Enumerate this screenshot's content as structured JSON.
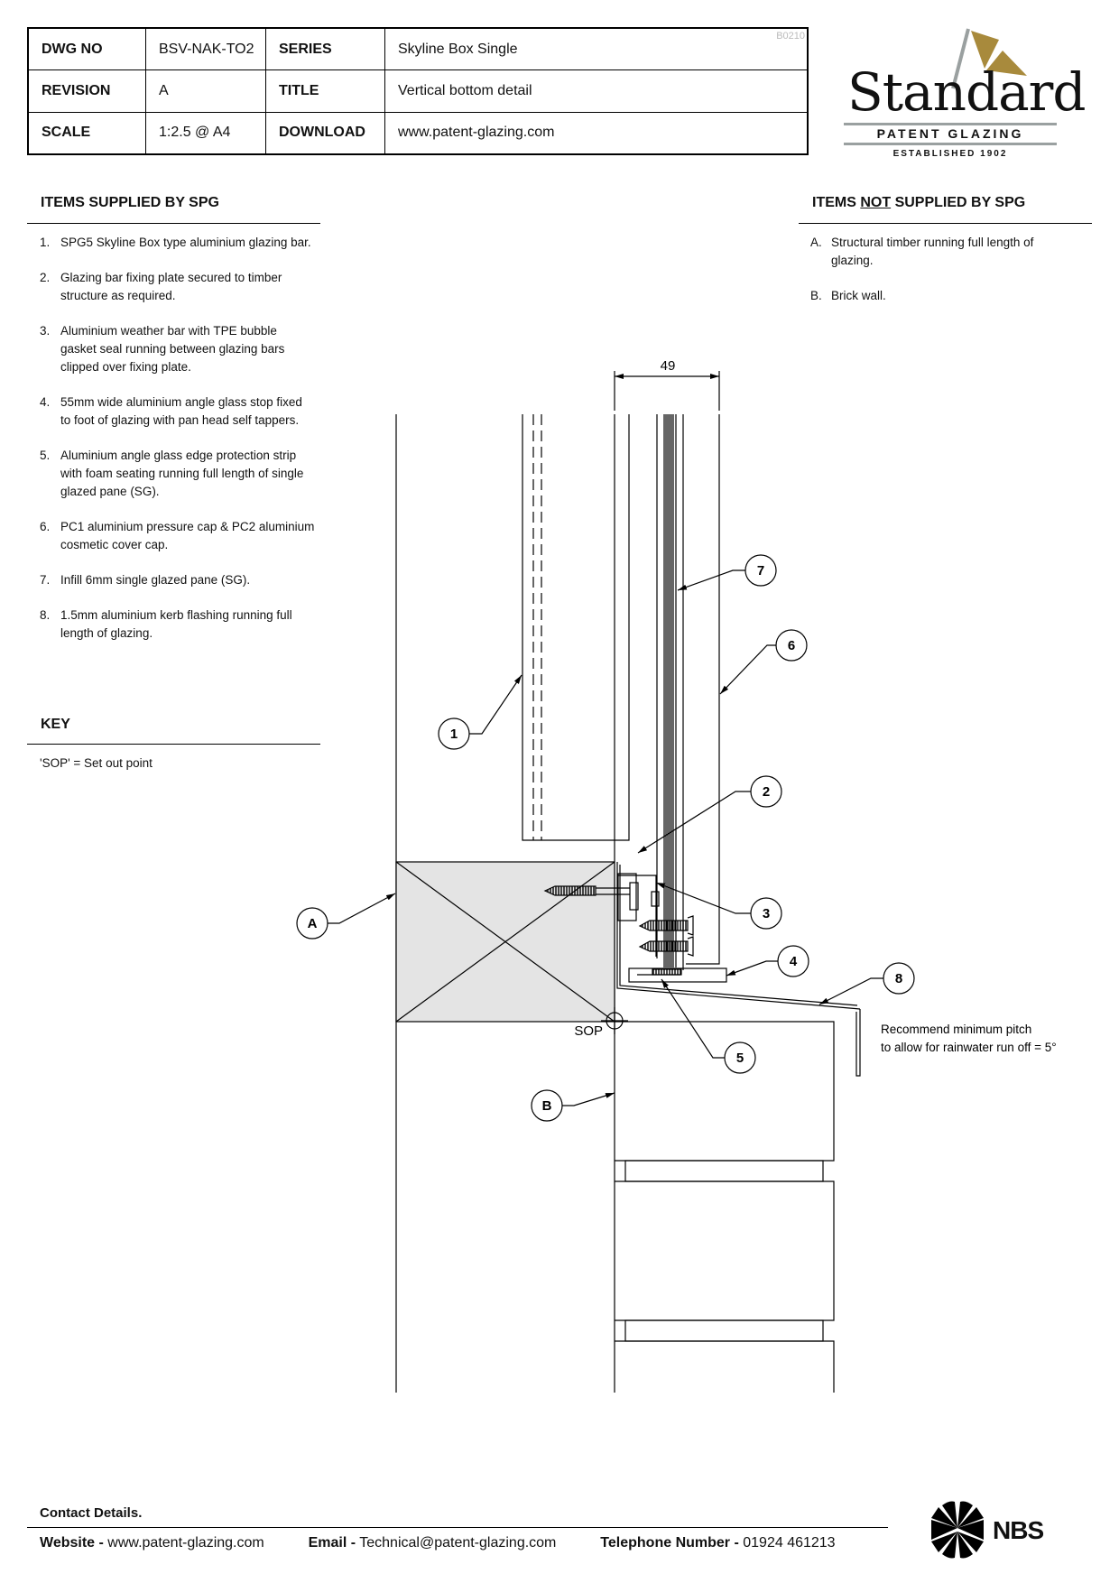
{
  "title_block": {
    "rows": [
      {
        "label1": "DWG NO",
        "value1": "BSV-NAK-TO2",
        "label2": "SERIES",
        "value2": "Skyline Box Single"
      },
      {
        "label1": "REVISION",
        "value1": "A",
        "label2": "TITLE",
        "value2": "Vertical bottom detail"
      },
      {
        "label1": "SCALE",
        "value1": "1:2.5 @ A4",
        "label2": "DOWNLOAD",
        "value2": "www.patent-glazing.com"
      }
    ],
    "reference": "B0210"
  },
  "logo": {
    "word": "Standard",
    "subtitle": "PATENT GLAZING",
    "established": "ESTABLISHED 1902",
    "flag_color": "#a88a3c",
    "rule_color": "#9aa0a0"
  },
  "supplied": {
    "heading": "ITEMS SUPPLIED BY SPG",
    "items": [
      {
        "n": "1.",
        "text": "SPG5 Skyline Box type aluminium glazing bar."
      },
      {
        "n": "2.",
        "text": "Glazing bar fixing plate secured to timber structure as required."
      },
      {
        "n": "3.",
        "text": "Aluminium weather bar with TPE bubble gasket seal running between glazing bars clipped over fixing plate."
      },
      {
        "n": "4.",
        "text": "55mm wide aluminium angle glass stop fixed to foot of glazing with pan head self tappers."
      },
      {
        "n": "5.",
        "text": "Aluminium angle glass edge protection strip with foam seating running full length of single glazed pane (SG)."
      },
      {
        "n": "6.",
        "text": "PC1 aluminium pressure cap & PC2 aluminium cosmetic cover cap."
      },
      {
        "n": "7.",
        "text": "Infill 6mm single glazed pane (SG)."
      },
      {
        "n": "8.",
        "text": "1.5mm aluminium kerb flashing running full length of glazing."
      }
    ]
  },
  "not_supplied": {
    "heading_pre": "ITEMS ",
    "heading_underlined": "NOT",
    "heading_post": " SUPPLIED BY SPG",
    "items": [
      {
        "n": "A.",
        "text": "Structural timber running full length of glazing."
      },
      {
        "n": "B.",
        "text": "Brick wall."
      }
    ]
  },
  "key": {
    "heading": "KEY",
    "text": "'SOP' = Set out point"
  },
  "drawing": {
    "dimension": "49",
    "sop_label": "SOP",
    "callouts": [
      "1",
      "2",
      "3",
      "4",
      "5",
      "6",
      "7",
      "8",
      "A",
      "B"
    ],
    "pitch_note_line1": "Recommend minimum pitch",
    "pitch_note_line2": "to allow for rainwater run off = 5°",
    "timber_fill": "#e4e4e4"
  },
  "footer": {
    "heading": "Contact Details.",
    "website_label": "Website",
    "website": "www.patent-glazing.com",
    "email_label": "Email",
    "email": "Technical@patent-glazing.com",
    "phone_label": "Telephone Number",
    "phone": "01924 461213",
    "separator": "-",
    "nbs_logo": "NBS"
  }
}
